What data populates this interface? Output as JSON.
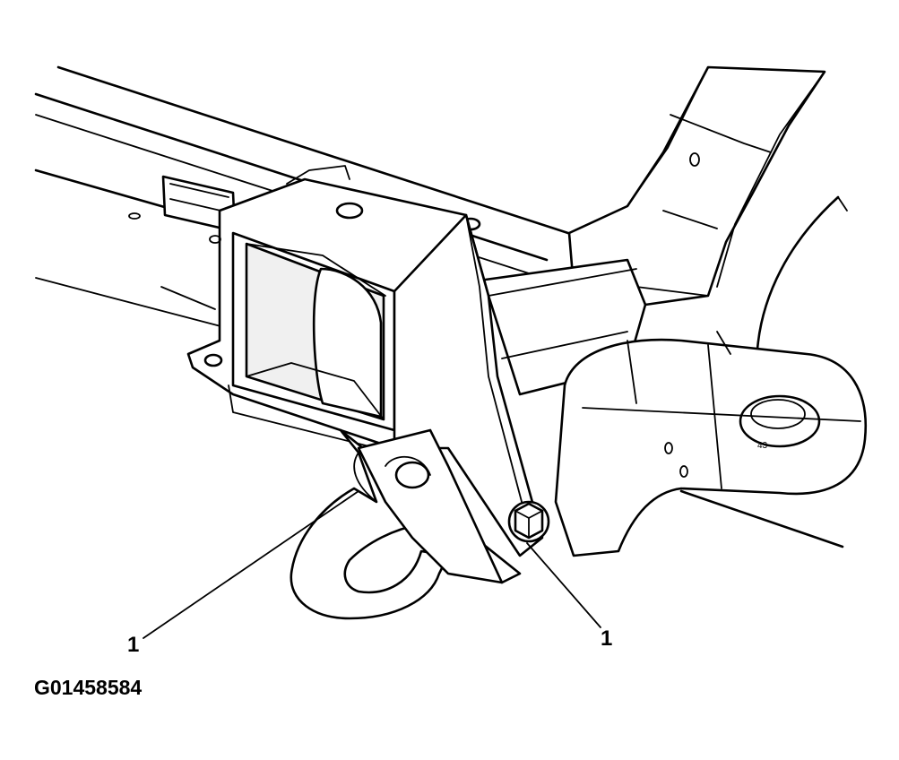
{
  "figure": {
    "callouts": [
      {
        "label": "1"
      },
      {
        "label": "1"
      }
    ],
    "figure_id": "G01458584"
  }
}
